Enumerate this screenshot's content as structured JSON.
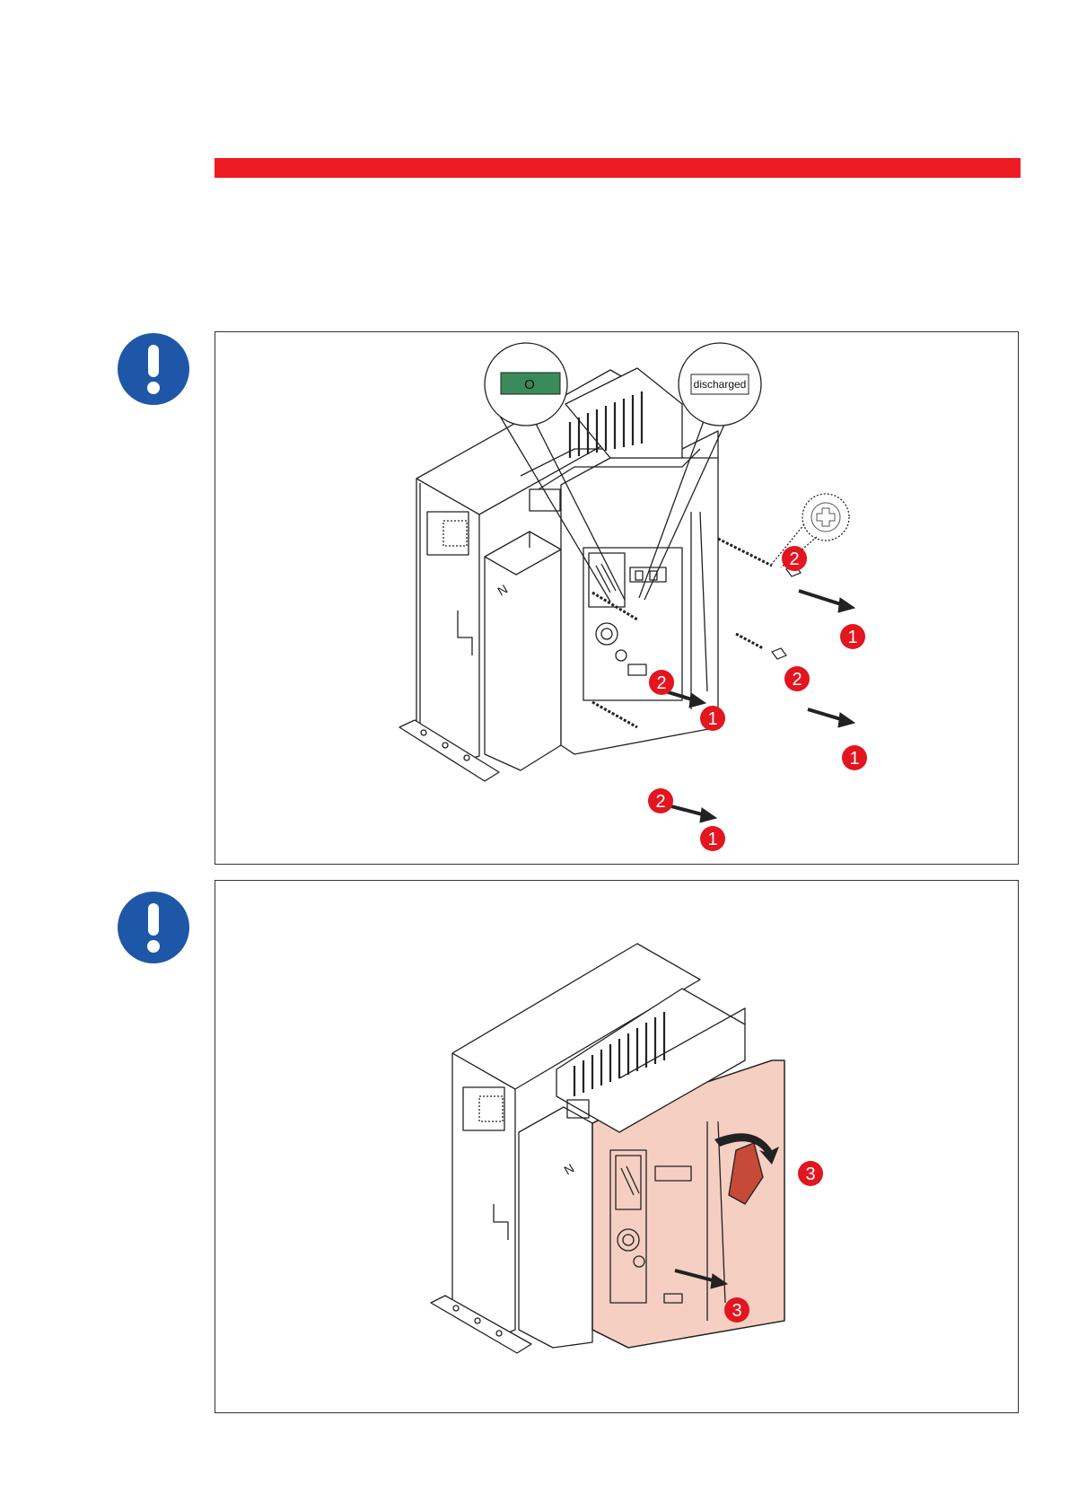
{
  "colors": {
    "header_bar": "#ed1c24",
    "notice_blue": "#1f57a8",
    "step_red": "#e3151f",
    "indicator_green": "#3a8a5a",
    "highlight_pink": "#f5cfc2",
    "handle_red": "#c54a38"
  },
  "figure1": {
    "callout_open_label": "O",
    "callout_spring_label": "discharged",
    "icons": [
      "exclamation-icon",
      "phillips-screw-icon",
      "arrow-icon"
    ],
    "badges": [
      "2",
      "1",
      "2",
      "1",
      "2",
      "1",
      "2",
      "1"
    ]
  },
  "figure2": {
    "icons": [
      "exclamation-icon",
      "rotate-arrow-icon",
      "arrow-icon"
    ],
    "badges": [
      "3",
      "3"
    ]
  }
}
